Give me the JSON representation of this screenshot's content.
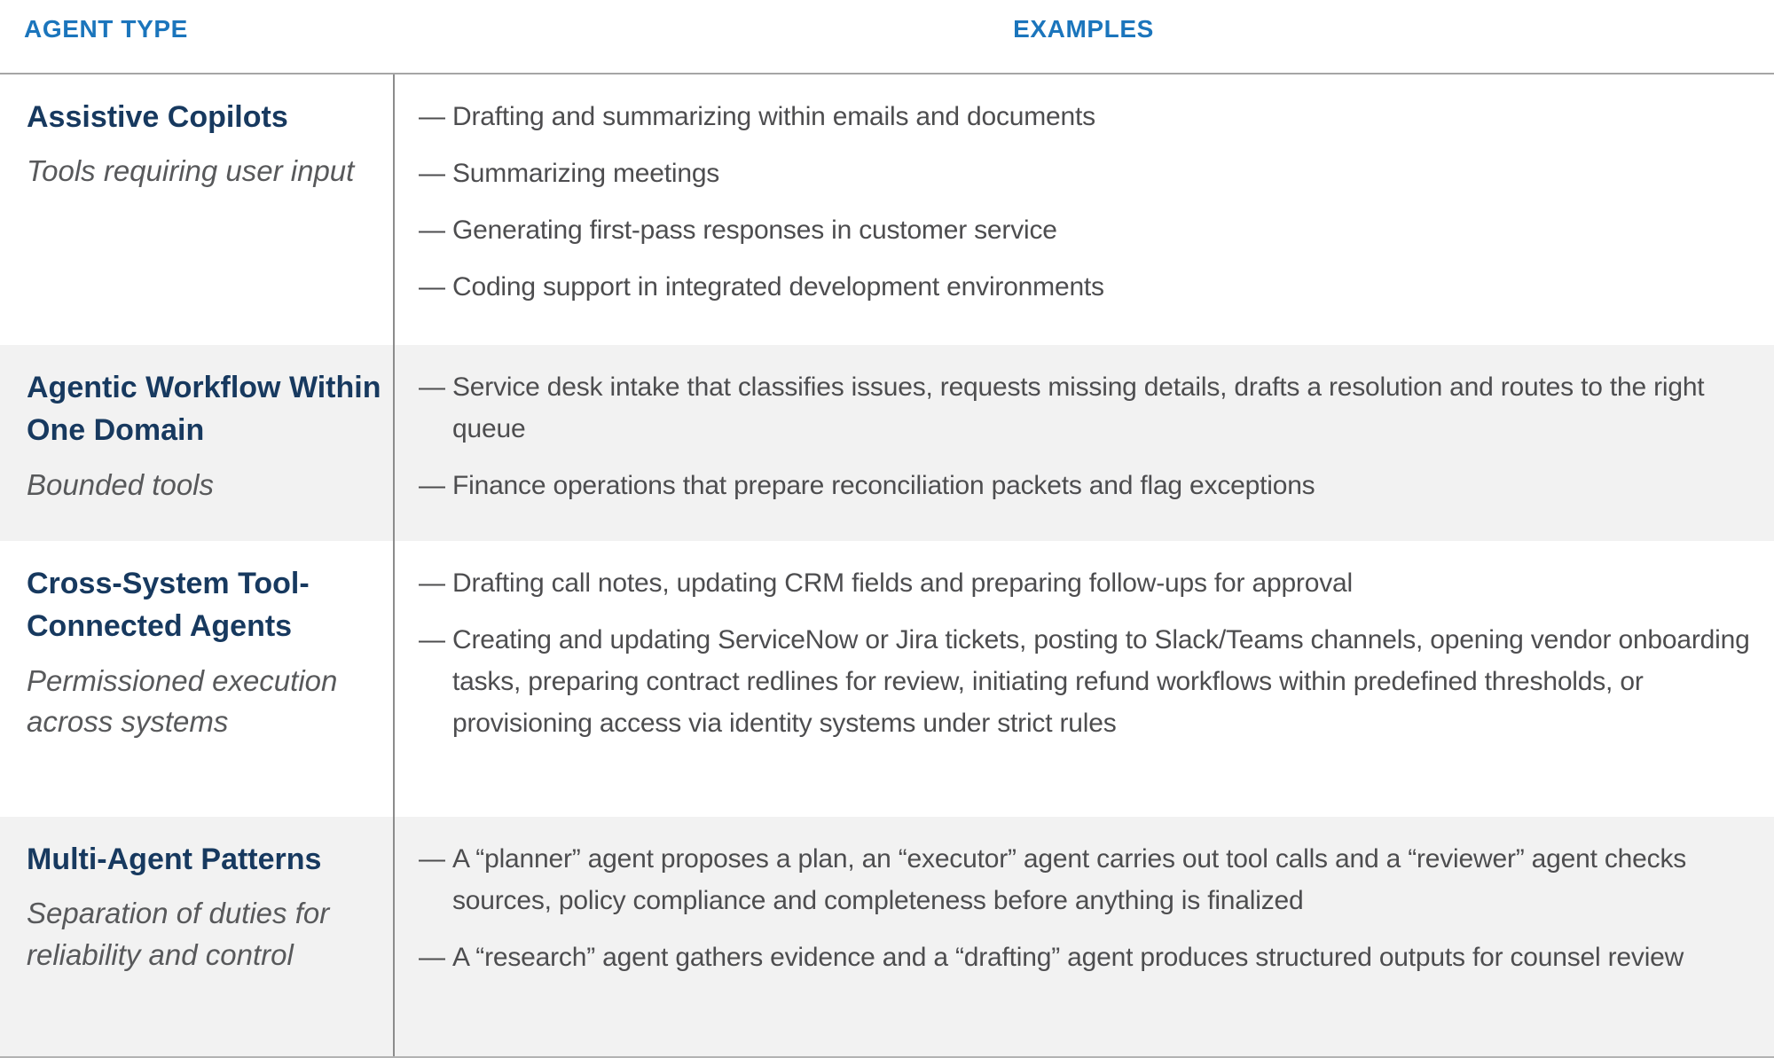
{
  "colors": {
    "header_blue": "#1B75BC",
    "title_navy": "#17395F",
    "subtitle_gray": "#58595B",
    "body_gray": "#4D4D4F",
    "stripe_bg": "#F2F2F2",
    "divider_gray": "#8C8C8C",
    "rule_gray": "#A6A6A6"
  },
  "bullet_glyph": "—",
  "table": {
    "headers": {
      "agent_type": "AGENT TYPE",
      "examples": "EXAMPLES"
    },
    "rows": [
      {
        "title": "Assistive Copilots",
        "subtitle": "Tools requiring user input",
        "examples": [
          "Drafting and summarizing within emails and documents",
          "Summarizing meetings",
          "Generating first-pass responses in customer service",
          "Coding support in integrated development environments"
        ]
      },
      {
        "title": "Agentic Workflow Within One Domain",
        "subtitle": "Bounded tools",
        "examples": [
          "Service desk intake that classifies issues, requests missing details, drafts a resolution and routes to the right queue",
          "Finance operations that prepare reconciliation packets and flag exceptions"
        ]
      },
      {
        "title": "Cross-System Tool-Connected Agents",
        "subtitle": "Permissioned execution across systems",
        "examples": [
          "Drafting call notes, updating CRM fields and preparing follow-ups for approval",
          "Creating and updating ServiceNow or Jira tickets, posting to Slack/Teams channels, opening vendor onboarding tasks, preparing contract redlines for review, initiating refund workflows within predefined thresholds, or provisioning access via identity systems under strict rules"
        ]
      },
      {
        "title": "Multi-Agent Patterns",
        "subtitle": "Separation of duties for reliability and control",
        "examples": [
          "A “planner” agent proposes a plan, an “executor” agent carries out tool calls and a “reviewer” agent checks sources, policy compliance and completeness before anything is finalized",
          "A “research” agent gathers evidence and a “drafting” agent produces structured outputs for counsel review"
        ]
      }
    ]
  }
}
